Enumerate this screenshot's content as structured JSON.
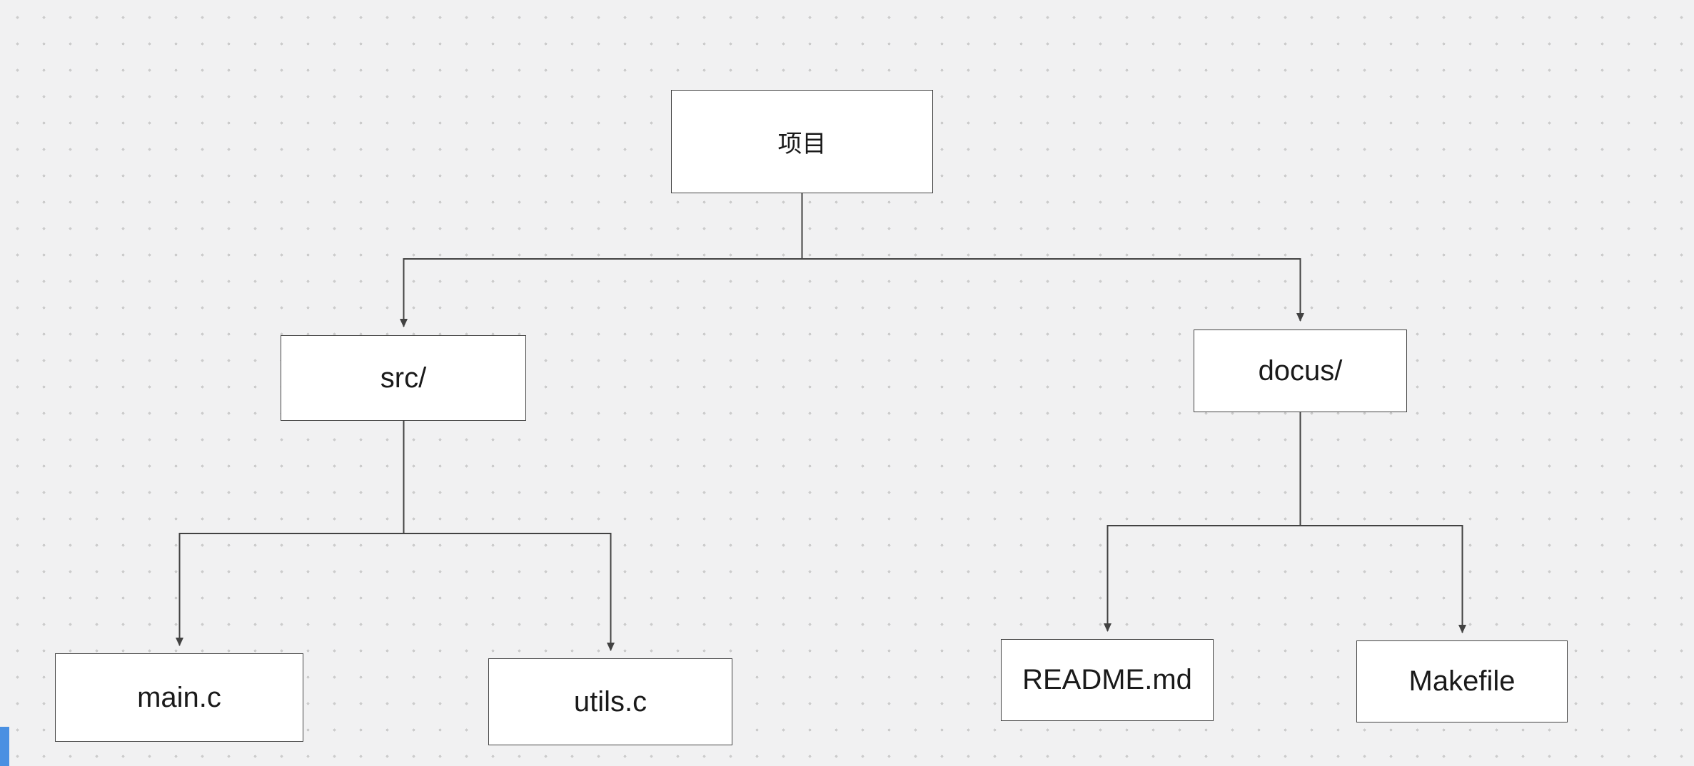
{
  "canvas": {
    "background_color": "#f1f1f2",
    "dot_color": "#cccccc",
    "node_fill_color": "#ffffff",
    "node_border_color": "#424242",
    "connector_color": "#424242",
    "accent_color": "#4a90e2"
  },
  "nodes": {
    "project": {
      "label": "项目"
    },
    "src": {
      "label": "src/"
    },
    "docs": {
      "label": "docus/"
    },
    "main_c": {
      "label": "main.c"
    },
    "utils_c": {
      "label": "utils.c"
    },
    "readme": {
      "label": "README.md"
    },
    "makefile": {
      "label": "Makefile"
    }
  },
  "edges": [
    {
      "from": "项目",
      "to": "src/"
    },
    {
      "from": "项目",
      "to": "docus/"
    },
    {
      "from": "src/",
      "to": "main.c"
    },
    {
      "from": "src/",
      "to": "utils.c"
    },
    {
      "from": "docus/",
      "to": "README.md"
    },
    {
      "from": "docus/",
      "to": "Makefile"
    }
  ]
}
